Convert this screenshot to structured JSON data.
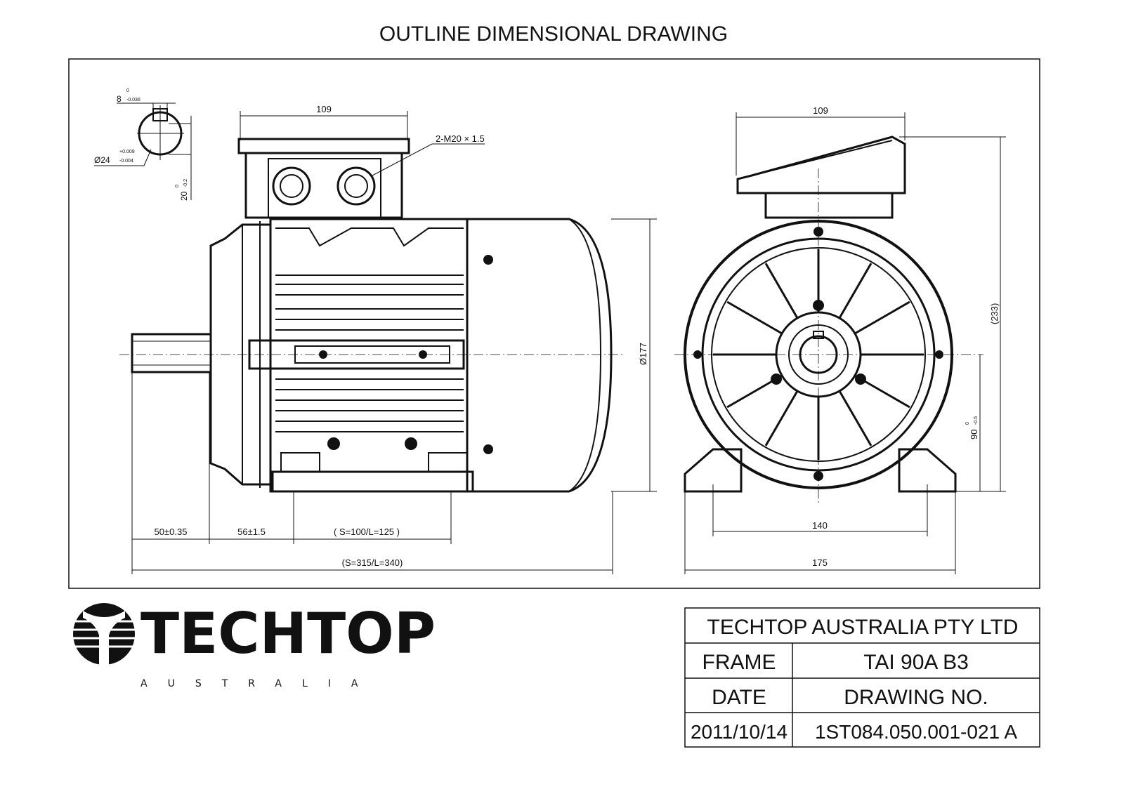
{
  "title": "OUTLINE DIMENSIONAL DRAWING",
  "shaft_detail": {
    "key_width": "8",
    "key_tol_upper": "0",
    "key_tol_lower": "-0.036",
    "shaft_dia": "Ø24",
    "shaft_tol_upper": "+0.009",
    "shaft_tol_lower": "-0.004",
    "key_height": "20",
    "key_height_tol_upper": "0",
    "key_height_tol_lower": "-0.2"
  },
  "side_view": {
    "terminal_box_width": "109",
    "cable_gland": "2-M20 × 1.5",
    "frame_diameter": "Ø177",
    "shaft_length": "50±0.35",
    "shaft_to_foot": "56±1.5",
    "foot_spacing": "( S=100/L=125 )",
    "overall_length": "(S=315/L=340)"
  },
  "front_view": {
    "terminal_box_width": "109",
    "overall_height": "(233)",
    "shaft_height": "90",
    "shaft_height_tol_upper": "0",
    "shaft_height_tol_lower": "-0.5",
    "foot_hole_spacing": "140",
    "foot_width": "175"
  },
  "logo": {
    "name": "TECHTOP",
    "sub": "AUSTRALIA"
  },
  "title_block": {
    "company": "TECHTOP AUSTRALIA PTY LTD",
    "frame_label": "FRAME",
    "frame_value": "TAI 90A B3",
    "date_label": "DATE",
    "drawing_no_label": "DRAWING NO.",
    "date_value": "2011/10/14",
    "drawing_no_value": "1ST084.050.001-021 A"
  }
}
